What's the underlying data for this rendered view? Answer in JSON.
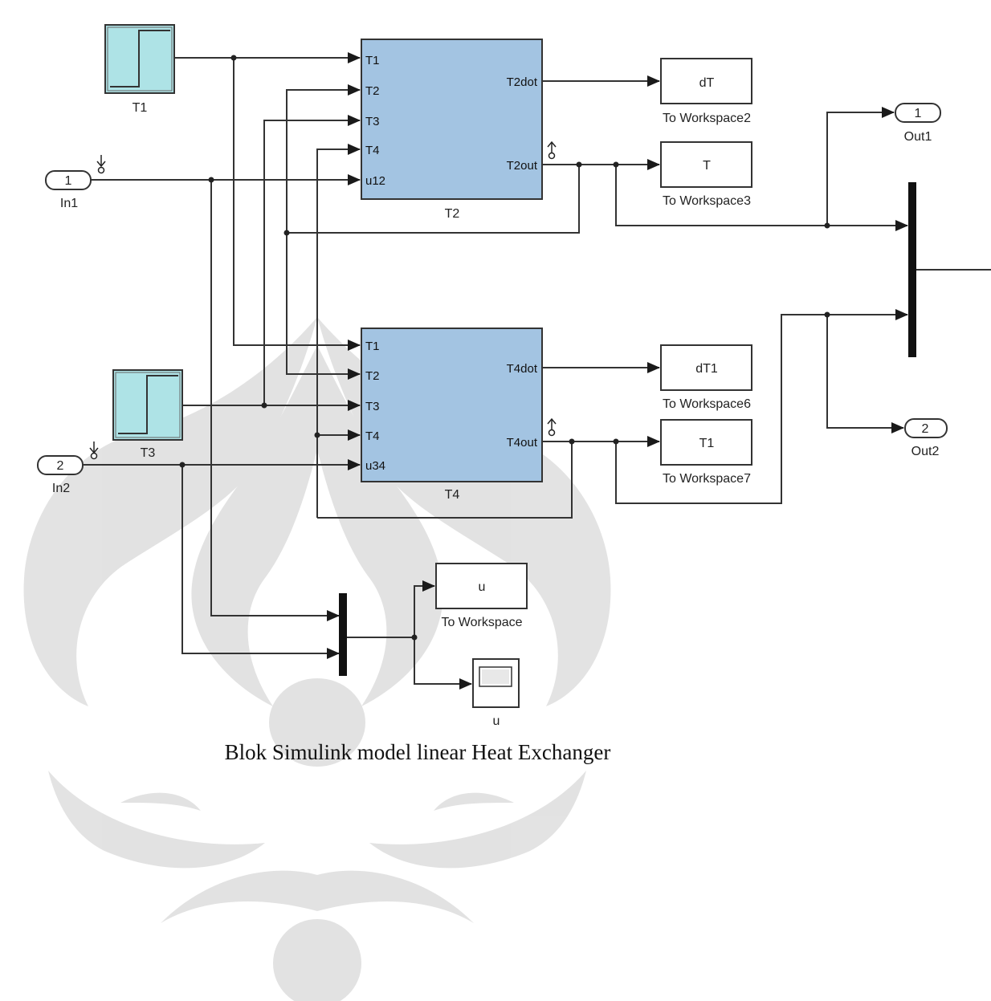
{
  "caption": "Blok Simulink model linear Heat Exchanger",
  "colors": {
    "subsystem_fill": "#a3c4e2",
    "step_fill": "#aee3e6",
    "wire": "#333333",
    "watermark": "#d6d6d6"
  },
  "blocks": {
    "t1_source": "T1",
    "t3_source": "T3",
    "in1": {
      "port": "1",
      "name": "In1"
    },
    "in2": {
      "port": "2",
      "name": "In2"
    },
    "out1": {
      "port": "1",
      "name": "Out1"
    },
    "out2": {
      "port": "2",
      "name": "Out2"
    },
    "subsystem_t2": {
      "name": "T2",
      "inputs": [
        "T1",
        "T2",
        "T3",
        "T4",
        "u12"
      ],
      "outputs": [
        "T2dot",
        "T2out"
      ]
    },
    "subsystem_t4": {
      "name": "T4",
      "inputs": [
        "T1",
        "T2",
        "T3",
        "T4",
        "u34"
      ],
      "outputs": [
        "T4dot",
        "T4out"
      ]
    },
    "workspaces": [
      {
        "value": "dT",
        "name": "To Workspace2"
      },
      {
        "value": "T",
        "name": "To Workspace3"
      },
      {
        "value": "dT1",
        "name": "To Workspace6"
      },
      {
        "value": "T1",
        "name": "To Workspace7"
      },
      {
        "value": "u",
        "name": "To Workspace"
      }
    ],
    "scope": {
      "name": "u"
    }
  }
}
